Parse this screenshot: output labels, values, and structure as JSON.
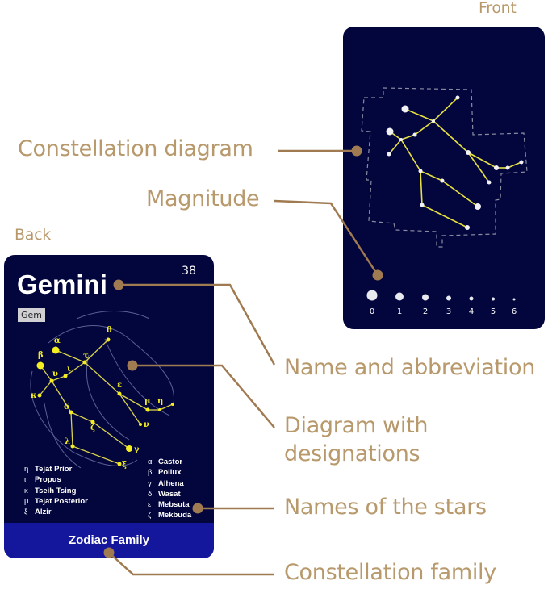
{
  "labels": {
    "front": "Front",
    "back": "Back",
    "constellation_diagram": "Constellation diagram",
    "magnitude": "Magnitude",
    "name_abbreviation": "Name and abbreviation",
    "diagram_designations_1": "Diagram with",
    "diagram_designations_2": "designations",
    "star_names": "Names of the stars",
    "constellation_family": "Constellation family"
  },
  "front_card": {
    "magnitude_scale": [
      "0",
      "1",
      "2",
      "3",
      "4",
      "5",
      "6"
    ]
  },
  "back_card": {
    "name": "Gemini",
    "number": "38",
    "abbreviation": "Gem",
    "star_designations": [
      "α",
      "β",
      "υ",
      "ι",
      "τ",
      "θ",
      "κ",
      "ε",
      "μ",
      "η",
      "ν",
      "δ",
      "ζ",
      "γ",
      "λ",
      "ξ"
    ],
    "star_names_left": [
      {
        "greek": "η",
        "name": "Tejat Prior"
      },
      {
        "greek": "ι",
        "name": "Propus"
      },
      {
        "greek": "κ",
        "name": "Tseih Tsing"
      },
      {
        "greek": "μ",
        "name": "Tejat Posterior"
      },
      {
        "greek": "ξ",
        "name": "Alzir"
      }
    ],
    "star_names_right": [
      {
        "greek": "α",
        "name": "Castor"
      },
      {
        "greek": "β",
        "name": "Pollux"
      },
      {
        "greek": "γ",
        "name": "Alhena"
      },
      {
        "greek": "δ",
        "name": "Wasat"
      },
      {
        "greek": "ε",
        "name": "Mebsuta"
      },
      {
        "greek": "ζ",
        "name": "Mekbuda"
      }
    ],
    "family": "Zodiac Family"
  },
  "colors": {
    "card": "#03063d",
    "band": "#14169c",
    "callout": "#a07a50",
    "label": "#b8996c",
    "line": "#e6e040"
  }
}
